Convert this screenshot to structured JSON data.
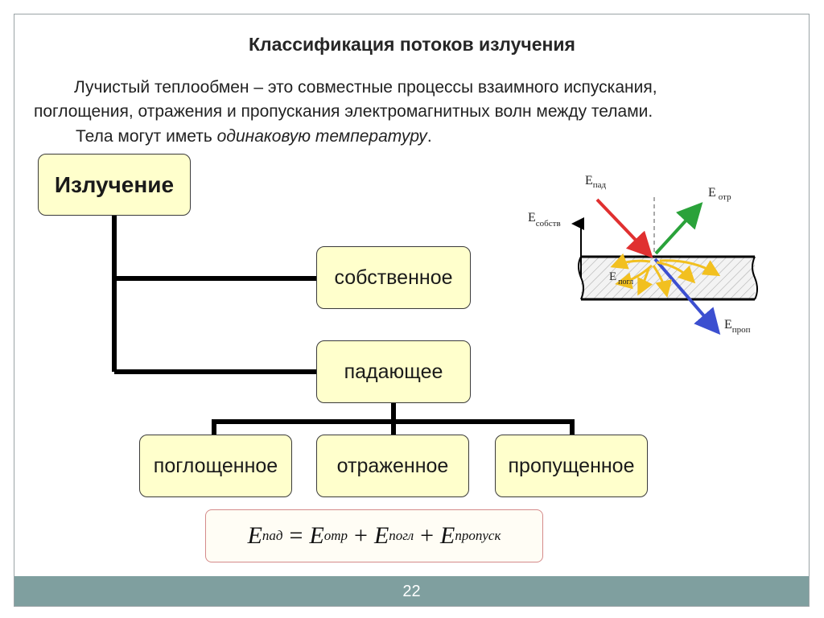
{
  "title": "Классификация потоков излучения",
  "paragraph": {
    "line1": "Лучистый теплообмен – это совместные процессы взаимного испускания,",
    "line2": "поглощения, отражения и пропускания электромагнитных волн между телами.",
    "line3_start": "Тела могут иметь ",
    "line3_italic": "одинаковую температуру",
    "line3_end": "."
  },
  "tree": {
    "root": "Излучение",
    "own": "собственное",
    "incident": "падающее",
    "absorbed": "поглощенное",
    "reflected": "отраженное",
    "transmitted": "пропущенное"
  },
  "formula": {
    "e_inc": "E",
    "sub_inc": "пад",
    "eq": "=",
    "e_ref": "E",
    "sub_ref": "отр",
    "plus1": "+",
    "e_abs": "E",
    "sub_abs": "погл",
    "plus2": "+",
    "e_tr": "E",
    "sub_tr": "пропуск"
  },
  "figure": {
    "e": "E",
    "sub_inc": "пад",
    "sub_ref": "отр",
    "sub_own": "собств",
    "sub_abs": "погл",
    "sub_tr": "проп"
  },
  "colors": {
    "box_fill": "#ffffcc",
    "footer": "#7f9f9f",
    "ray_incident": "#e03030",
    "ray_reflected": "#2aa23a",
    "ray_transmitted": "#3c4fd0",
    "ray_absorbed": "#f2c020"
  },
  "footer": {
    "page": "22"
  }
}
